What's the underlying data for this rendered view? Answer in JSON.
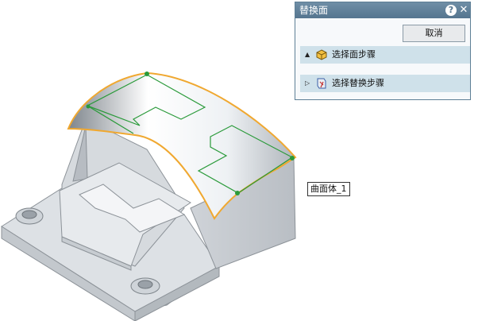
{
  "dialog": {
    "title": "替换面",
    "cancel_label": "取消",
    "steps": [
      {
        "label": "选择面步骤",
        "arrow": "▲",
        "icon": "face-cube-icon"
      },
      {
        "label": "选择替换步骤",
        "arrow": "▷",
        "icon": "replace-face-icon"
      }
    ]
  },
  "viewport": {
    "tag_label": "曲面体_1"
  },
  "colors": {
    "title_bar": "#5f7f98",
    "step_row": "#cfe1ea",
    "surface_edge": "#f0a830",
    "boundary_line": "#2a9a3a",
    "part_body": "#e2e5e8"
  }
}
